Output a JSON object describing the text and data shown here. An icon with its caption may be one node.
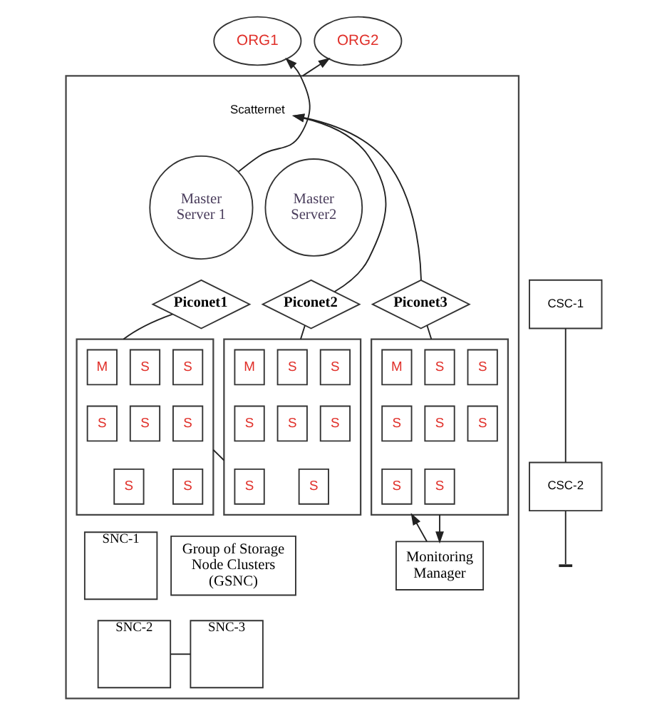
{
  "diagram": {
    "nodes": [
      {
        "text": [
          "ORG1"
        ]
      },
      {
        "text": [
          "ORG2"
        ]
      },
      {
        "text": [],
        "shape": "box"
      },
      {
        "text": [
          "CSC-1"
        ]
      },
      {
        "text": [
          "CSC-2"
        ]
      },
      {
        "text": [
          "Scatternet"
        ],
        "in": 2
      },
      {
        "text": [
          "Master Server 1"
        ],
        "in": 2
      },
      {
        "text": [
          "Piconet1"
        ],
        "in": 2
      },
      {
        "text": [
          "Piconet2"
        ],
        "in": 2
      },
      {
        "text": [
          "Master Server2"
        ],
        "in": 2
      },
      {
        "text": [
          "Piconet3"
        ],
        "in": 2
      },
      {
        "text": [],
        "shape": "box",
        "in": 2
      },
      {
        "text": [
          "M"
        ],
        "in": 11
      },
      {
        "text": [
          "S"
        ],
        "in": 11
      },
      {
        "text": [
          "S"
        ],
        "in": 11
      },
      {
        "text": [
          "S"
        ],
        "in": 11
      },
      {
        "text": [
          "S"
        ],
        "in": 11
      },
      {
        "text": [
          "S"
        ],
        "in": 11
      },
      {
        "text": [
          "S"
        ],
        "in": 11
      },
      {
        "text": [
          "S"
        ],
        "in": 11
      },
      {
        "text": [],
        "shape": "box",
        "in": 2
      },
      {
        "text": [
          "M"
        ],
        "in": 20
      },
      {
        "text": [
          "S"
        ],
        "in": 20
      },
      {
        "text": [
          "S"
        ],
        "in": 20
      },
      {
        "text": [
          "S"
        ],
        "in": 20
      },
      {
        "text": [
          "S"
        ],
        "in": 20
      },
      {
        "text": [
          "S"
        ],
        "in": 20
      },
      {
        "text": [
          "S"
        ],
        "in": 20
      },
      {
        "text": [
          "S"
        ],
        "in": 20
      },
      {
        "text": [],
        "shape": "box",
        "in": 2
      },
      {
        "text": [
          "M"
        ],
        "in": 29
      },
      {
        "text": [
          "S"
        ],
        "in": 29
      },
      {
        "text": [
          "S"
        ],
        "in": 29
      },
      {
        "text": [
          "S"
        ],
        "in": 29
      },
      {
        "text": [
          "S"
        ],
        "in": 29
      },
      {
        "text": [
          "S"
        ],
        "in": 29
      },
      {
        "text": [
          "S"
        ],
        "in": 29
      },
      {
        "text": [
          "S"
        ],
        "in": 29
      },
      {
        "text": [
          "Monitoring Manager"
        ],
        "in": 2
      },
      {
        "text": [
          "SNC-1"
        ],
        "in": 2
      },
      {
        "text": [
          "Group of Storage Node Clusters (GSNC)"
        ],
        "in": 2
      },
      {
        "text": [
          "SNC-2"
        ],
        "in": 2
      },
      {
        "text": [
          "SNC-3"
        ],
        "in": 2
      }
    ],
    "edges": [
      {
        "from": 6,
        "to": 0,
        "arrow": "to"
      },
      {
        "from": 2,
        "to": 1,
        "arrow": "to"
      },
      {
        "from": 8,
        "to": 5,
        "arrow": "to"
      },
      {
        "from": 10,
        "to": 5,
        "arrow": "to"
      },
      {
        "from": 7,
        "to": 11,
        "arrow": "none"
      },
      {
        "from": 8,
        "to": 20,
        "arrow": "none"
      },
      {
        "from": 10,
        "to": 29,
        "arrow": "none"
      },
      {
        "from": 11,
        "to": 20,
        "arrow": "none"
      },
      {
        "from": 38,
        "to": 29,
        "arrow": "to"
      },
      {
        "from": 29,
        "to": 38,
        "arrow": "to"
      },
      {
        "from": 41,
        "to": 42,
        "arrow": "none"
      },
      {
        "from": 3,
        "to": 4,
        "arrow": "none"
      },
      {
        "from": 4,
        "to": null,
        "arrow": "other"
      }
    ]
  }
}
